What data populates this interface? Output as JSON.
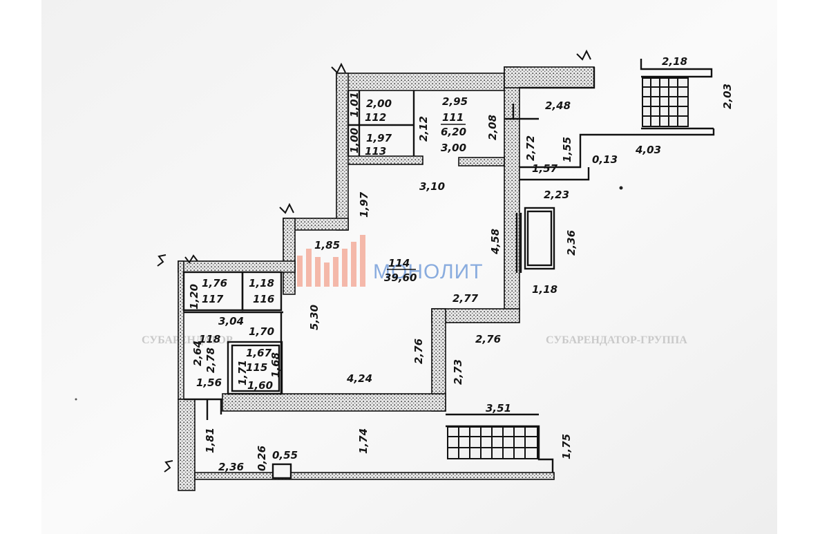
{
  "watermark": {
    "text": "МОНОЛИТ"
  },
  "background_text": {
    "left": "СУБАРЕНДАТОР",
    "right": "СУБАРЕНДАТОР-ГРУППА"
  },
  "rooms": {
    "r111": {
      "number": "111",
      "area": "6,20"
    },
    "r112": {
      "number": "112"
    },
    "r113": {
      "number": "113"
    },
    "r114": {
      "number": "114",
      "area": "39,60"
    },
    "r115": {
      "number": "115"
    },
    "r116": {
      "number": "116"
    },
    "r117": {
      "number": "117"
    },
    "r118": {
      "number": "118"
    }
  },
  "dimensions": {
    "d218": "2,18",
    "d203": "2,03",
    "d248": "2,48",
    "d295": "2,95",
    "d200": "2,00",
    "d101": "1,01",
    "d197a": "1,97",
    "d100": "1,00",
    "d212": "2,12",
    "d208": "2,08",
    "d300": "3,00",
    "d272": "2,72",
    "d155": "1,55",
    "d403": "4,03",
    "d013": "0,13",
    "d157": "1,57",
    "d310": "3,10",
    "d223": "2,23",
    "d197b": "1,97",
    "d185": "1,85",
    "d458": "4,58",
    "d236a": "2,36",
    "d176": "1,76",
    "d118a": "1,18",
    "d120": "1,20",
    "d118b": "1,18",
    "d277": "2,77",
    "d530": "5,30",
    "d304": "3,04",
    "d170": "1,70",
    "d264": "2,64",
    "d278": "2,78",
    "d167": "1,67",
    "d171": "1,71",
    "d168": "1,68",
    "d276a": "2,76",
    "d276b": "2,76",
    "d273": "2,73",
    "d424": "4,24",
    "d156": "1,56",
    "d160": "1,60",
    "d351": "3,51",
    "d181": "1,81",
    "d174": "1,74",
    "d175": "1,75",
    "d236b": "2,36",
    "d026": "0,26",
    "d055": "0,55"
  }
}
